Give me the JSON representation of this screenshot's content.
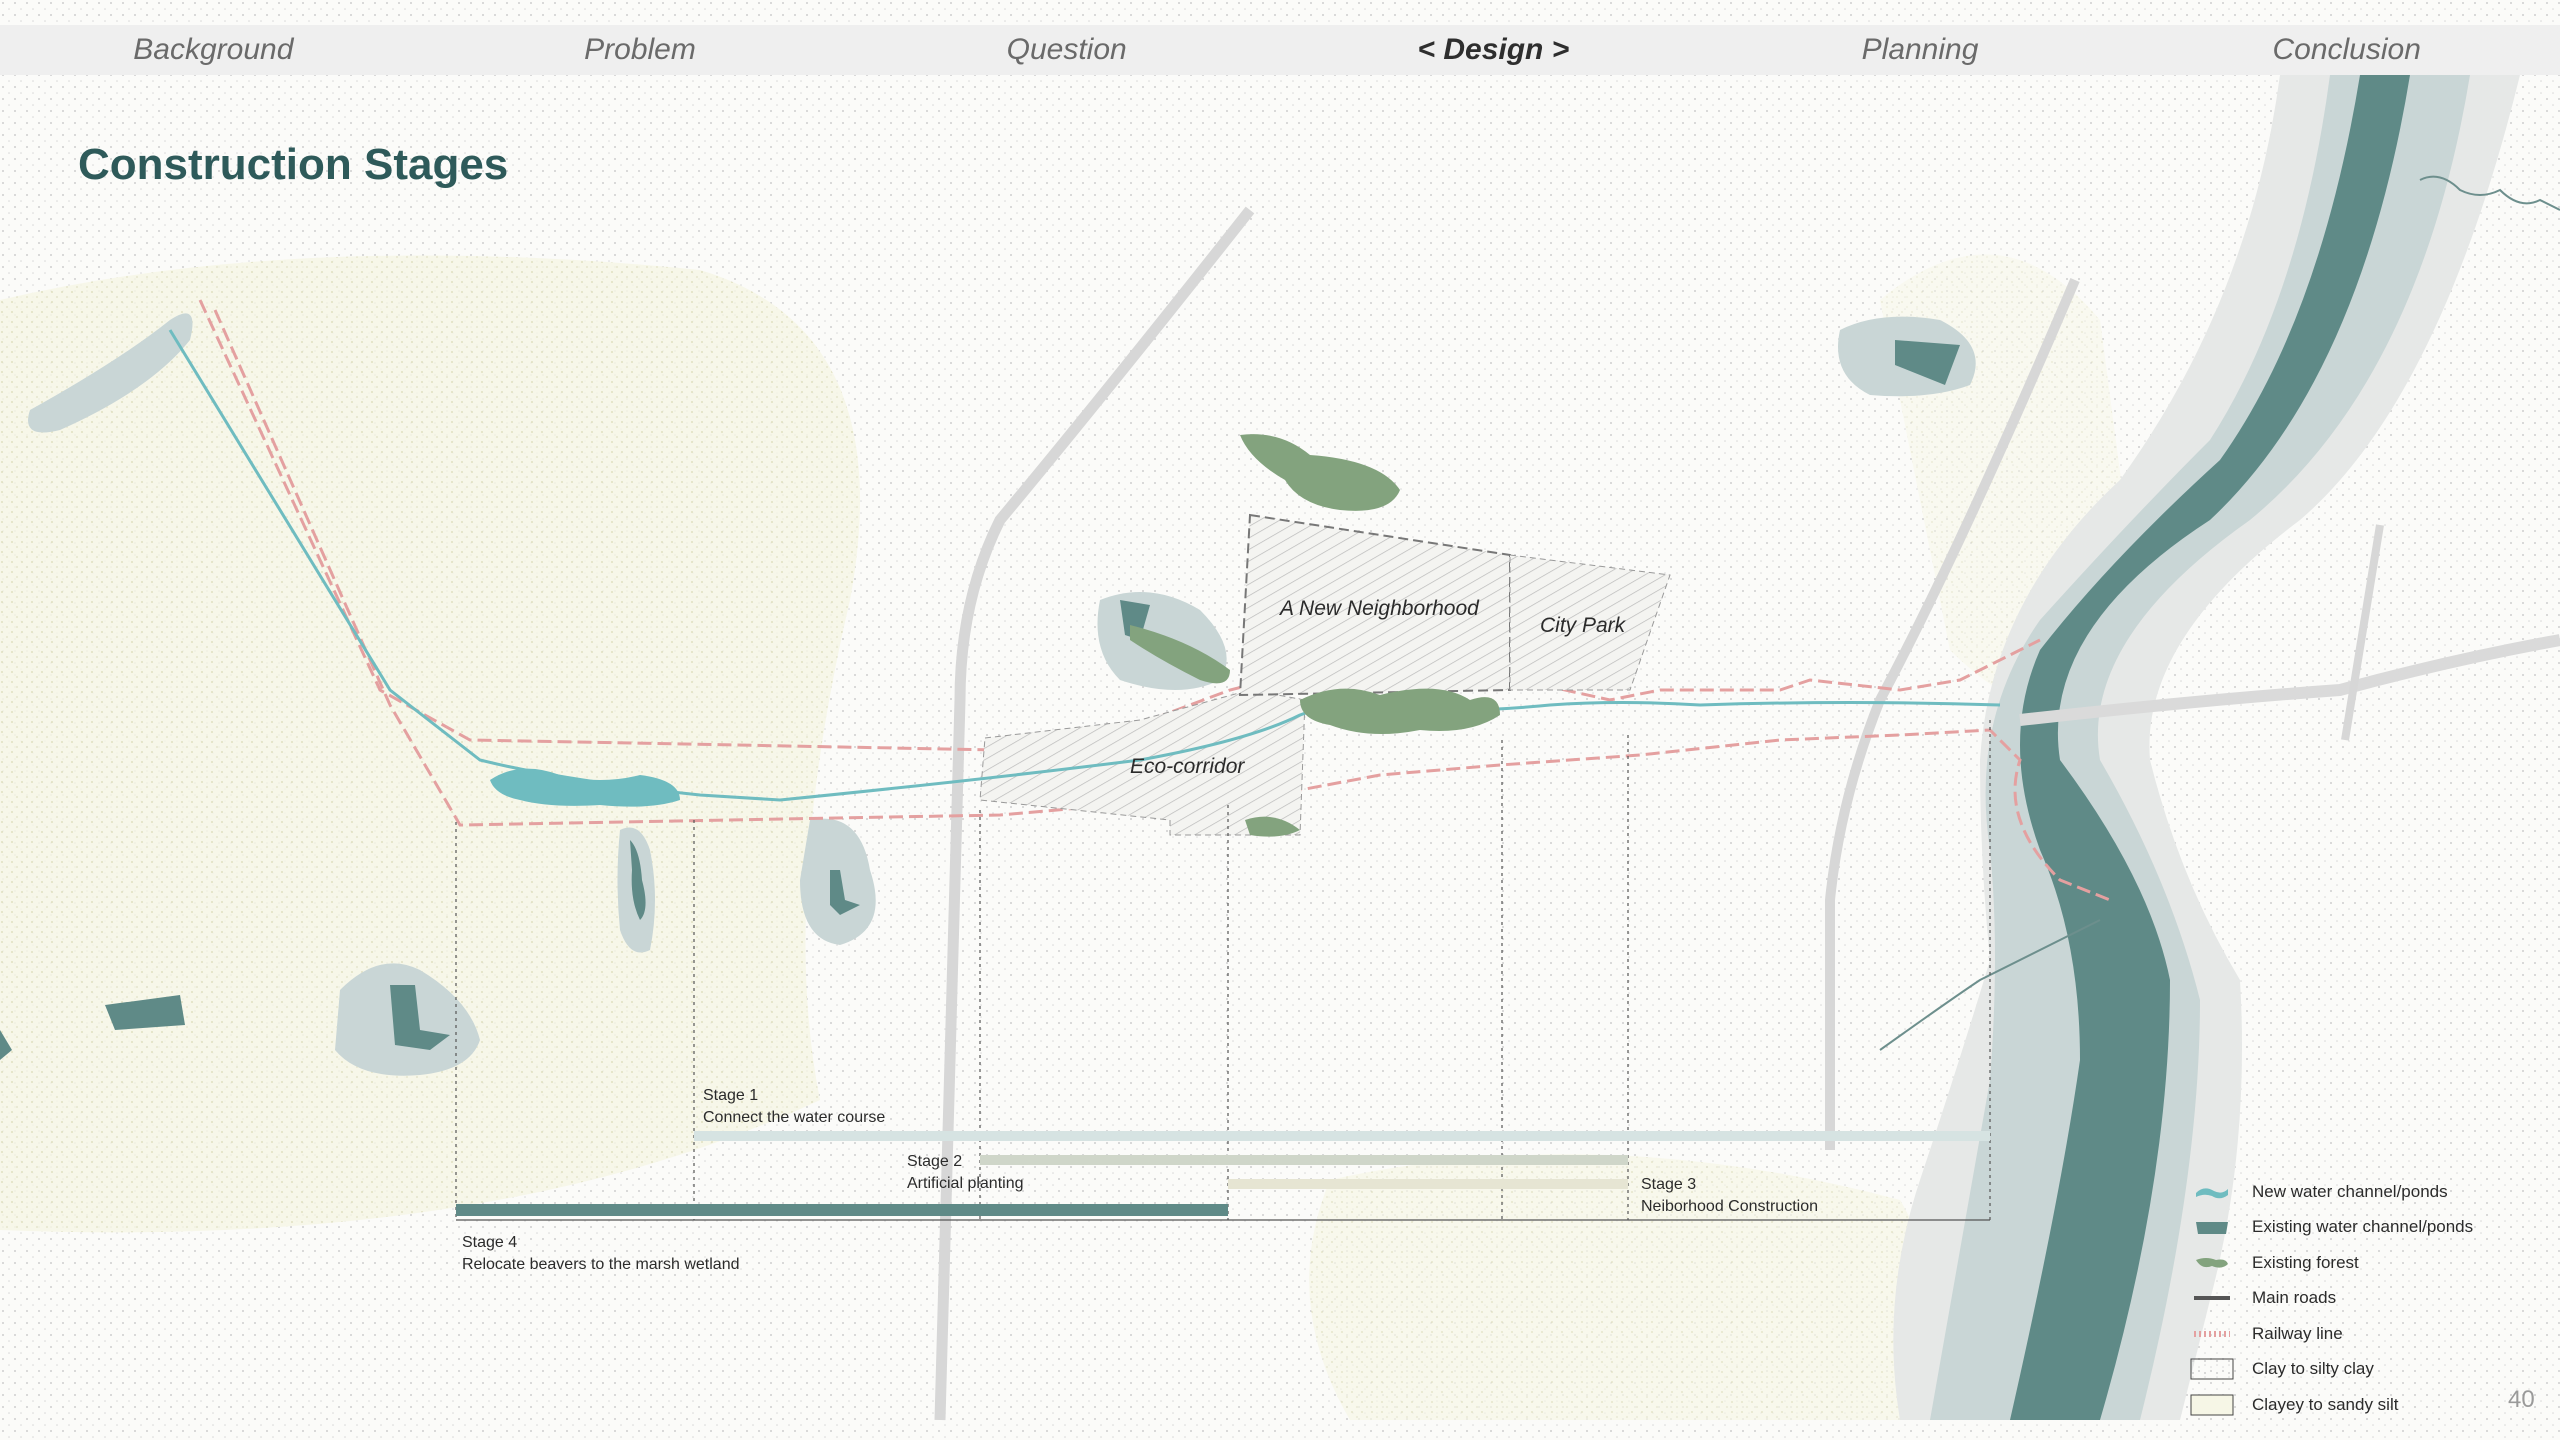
{
  "nav": {
    "items": [
      {
        "label": "Background",
        "active": false
      },
      {
        "label": "Problem",
        "active": false
      },
      {
        "label": "Question",
        "active": false
      },
      {
        "label": "< Design >",
        "active": true
      },
      {
        "label": "Planning",
        "active": false
      },
      {
        "label": "Conclusion",
        "active": false
      }
    ]
  },
  "title": "Construction Stages",
  "map_labels": {
    "neighborhood": "A New Neighborhood",
    "city_park": "City Park",
    "eco_corridor": "Eco-corridor"
  },
  "stages": [
    {
      "name": "Stage 1",
      "description": "Connect the water course"
    },
    {
      "name": "Stage 2",
      "description": "Artificial planting"
    },
    {
      "name": "Stage 3",
      "description": "Neiborhood Construction"
    },
    {
      "name": "Stage 4",
      "description": "Relocate beavers to the marsh wetland"
    }
  ],
  "legend": [
    {
      "label": "New water channel/ponds",
      "icon": "new-water-icon"
    },
    {
      "label": "Existing water channel/ponds",
      "icon": "existing-water-icon"
    },
    {
      "label": "Existing forest",
      "icon": "forest-icon"
    },
    {
      "label": "Main roads",
      "icon": "road-icon"
    },
    {
      "label": "Railway line",
      "icon": "railway-icon"
    },
    {
      "label": "Clay to silty clay",
      "icon": "clay-icon"
    },
    {
      "label": "Clayey to sandy silt",
      "icon": "silt-icon"
    }
  ],
  "colors": {
    "river": "#5f8a87",
    "river_buffer": "#c9d6d6",
    "new_water": "#6fbcc0",
    "forest": "#83a37e",
    "railway": "#e4a0a0",
    "title": "#2e5a5a",
    "stage1_bar": "#d6e3e2",
    "stage2_bar": "#cfd6c9",
    "stage3_bar": "#e6e5d3",
    "stage4_bar": "#5f8a87"
  },
  "page_number": "40"
}
